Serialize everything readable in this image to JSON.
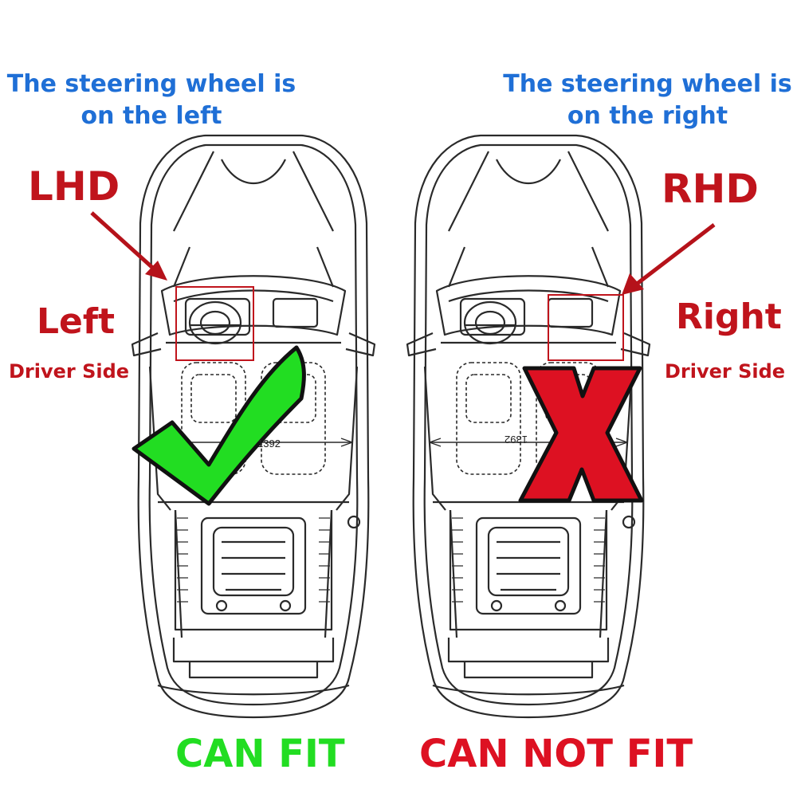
{
  "left": {
    "note_line1": "The steering wheel is",
    "note_line2": "on the left",
    "code": "LHD",
    "side_word": "Left",
    "side_sub": "Driver Side",
    "result": "CAN FIT",
    "dimension": "1392"
  },
  "right": {
    "note_line1": "The steering wheel is",
    "note_line2": "on the right",
    "code": "RHD",
    "side_word": "Right",
    "side_sub": "Driver Side",
    "result": "CAN NOT FIT",
    "dimension": "1392"
  },
  "colors": {
    "note": "#1f6fd6",
    "label": "#c0141c",
    "fit": "#22dd22",
    "nofit": "#dd1122",
    "outline": "#2a2a2a"
  },
  "icons": {
    "left_mark": "check-mark-icon",
    "right_mark": "x-mark-icon"
  }
}
